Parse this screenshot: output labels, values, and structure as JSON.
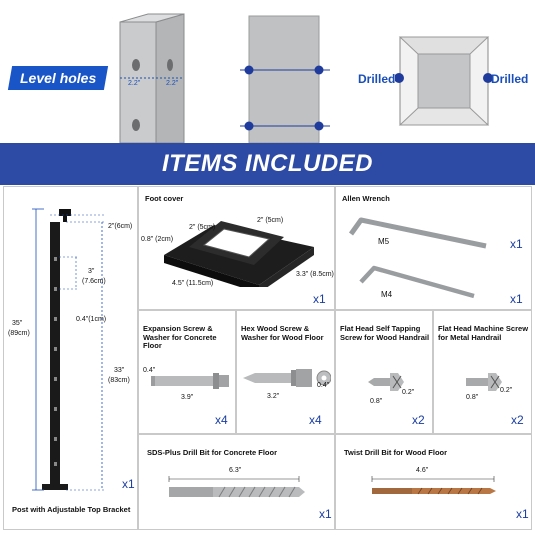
{
  "top": {
    "level_holes": "Level holes",
    "hole_dim_a": "2.2\"",
    "hole_dim_b": "2.2\"",
    "drilled_left": "Drilled",
    "drilled_right": "Drilled"
  },
  "banner_title": "ITEMS INCLUDED",
  "post": {
    "title": "Post with Adjustable Top Bracket",
    "dim_total": "35\"",
    "dim_total_cm": "(89cm)",
    "dim_width": "2\"(6cm)",
    "dim_spacing": "3\"",
    "dim_spacing_cm": "(7.6cm)",
    "dim_hole": "0.4\"(1cm)",
    "dim_body": "33\"",
    "dim_body_cm": "(83cm)",
    "qty": "x1"
  },
  "foot_cover": {
    "title": "Foot cover",
    "dim_inner_top": "2\" (5cm)",
    "dim_inner_side": "2\" (5cm)",
    "dim_height": "0.8\" (2cm)",
    "dim_base_side": "3.3\" (8.5cm)",
    "dim_base_front": "4.5\" (11.5cm)",
    "qty": "x1"
  },
  "allen": {
    "title": "Allen Wrench",
    "m5": "M5",
    "m4": "M4",
    "qty_m5": "x1",
    "qty_m4": "x1"
  },
  "exp_screw": {
    "title": "Expansion Screw & Washer for Concrete Floor",
    "dim_dia": "0.4\"",
    "dim_len": "3.9\"",
    "qty": "x4"
  },
  "hex_screw": {
    "title": "Hex Wood Screw & Washer for Wood Floor",
    "dim_len": "3.2\"",
    "dim_dia": "0.4\"",
    "qty": "x4"
  },
  "flat_tap": {
    "title": "Flat Head Self Tapping Screw for Wood Handrail",
    "dim_len": "0.8\"",
    "dim_head": "0.2\"",
    "qty": "x2"
  },
  "flat_machine": {
    "title": "Flat Head Machine Screw for Metal Handrail",
    "dim_len": "0.8\"",
    "dim_head": "0.2\"",
    "qty": "x2"
  },
  "sds": {
    "title": "SDS-Plus Drill Bit for Concrete Floor",
    "dim_len": "6.3\"",
    "qty": "x1"
  },
  "twist": {
    "title": "Twist Drill Bit for Wood Floor",
    "dim_len": "4.6\"",
    "qty": "x1"
  },
  "colors": {
    "accent_blue": "#2d4aa4",
    "tag_blue": "#1a55c8",
    "qty_blue": "#1a3da0"
  }
}
